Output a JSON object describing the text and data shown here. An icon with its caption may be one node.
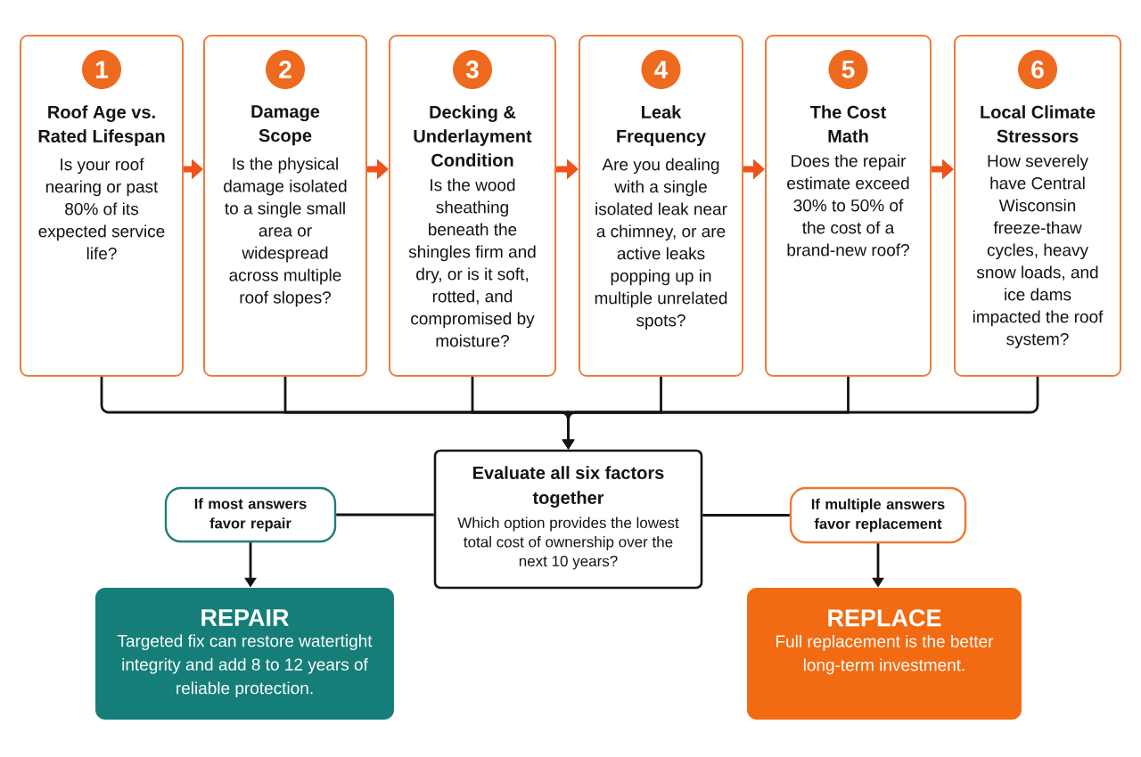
{
  "diagram": {
    "nodes": [
      {
        "text": [
          "Roof Age vs. Rated Lifespan",
          "Is your roof nearing or past 80% of its expected service life?"
        ]
      },
      {
        "text": [
          "1"
        ],
        "in": 0
      },
      {
        "text": [
          "Damage Scope",
          "Is the physical damage isolated to a single small area or widespread across multiple roof slopes?"
        ]
      },
      {
        "text": [
          "2"
        ],
        "in": 2
      },
      {
        "text": [
          "Decking & Underlayment Condition",
          "Is the wood sheathing beneath the shingles firm and dry, or is it soft, rotted, and compromised by moisture?"
        ]
      },
      {
        "text": [
          "3"
        ],
        "in": 4
      },
      {
        "text": [
          "Leak Frequency",
          "Are you dealing with a single isolated leak near a chimney, or are active leaks popping up in multiple unrelated spots?"
        ]
      },
      {
        "text": [
          "4"
        ],
        "in": 6
      },
      {
        "text": [
          "The Cost Math",
          "Does the repair estimate exceed 30% to 50% of the cost of a brand-new roof?"
        ]
      },
      {
        "text": [
          "5"
        ],
        "in": 8
      },
      {
        "text": [
          "Local Climate Stressors",
          "How severely have Central Wisconsin freeze-thaw cycles, heavy snow loads, and ice dams impacted the roof system?"
        ]
      },
      {
        "text": [
          "6"
        ],
        "in": 10
      },
      {
        "text": [
          "Evaluate all six factors together",
          "Which option provides the lowest total cost of ownership over the next 10 years?"
        ]
      },
      {
        "text": [
          "If most answers favor repair"
        ]
      },
      {
        "text": [
          "If multiple answers favor replacement"
        ]
      },
      {
        "text": [
          "REPAIR",
          "Targeted fix can restore watertight integrity and add 8 to 12 years of reliable protection."
        ]
      },
      {
        "text": [
          "REPLACE",
          "Full replacement is the better long-term investment."
        ]
      }
    ],
    "edges": [
      {
        "from": 0,
        "to": 2,
        "arrow": "to",
        "style": "thick",
        "color": "#f0521c"
      },
      {
        "from": 2,
        "to": 4,
        "arrow": "to",
        "style": "thick",
        "color": "#f0521c"
      },
      {
        "from": 4,
        "to": 6,
        "arrow": "to",
        "style": "thick",
        "color": "#f0521c"
      },
      {
        "from": 6,
        "to": 8,
        "arrow": "to",
        "style": "thick",
        "color": "#f0521c"
      },
      {
        "from": 8,
        "to": 10,
        "arrow": "to",
        "style": "thick",
        "color": "#f0521c"
      },
      {
        "from": 0,
        "to": 12,
        "arrow": "to"
      },
      {
        "from": 2,
        "to": 12,
        "arrow": "to"
      },
      {
        "from": 4,
        "to": 12,
        "arrow": "to"
      },
      {
        "from": 6,
        "to": 12,
        "arrow": "to"
      },
      {
        "from": 8,
        "to": 12,
        "arrow": "to"
      },
      {
        "from": 10,
        "to": 12,
        "arrow": "to"
      },
      {
        "from": 12,
        "to": 13,
        "arrow": "none"
      },
      {
        "from": 12,
        "to": 14,
        "arrow": "none"
      },
      {
        "from": 13,
        "to": 15,
        "arrow": "to"
      },
      {
        "from": 14,
        "to": 16,
        "arrow": "to"
      }
    ]
  }
}
